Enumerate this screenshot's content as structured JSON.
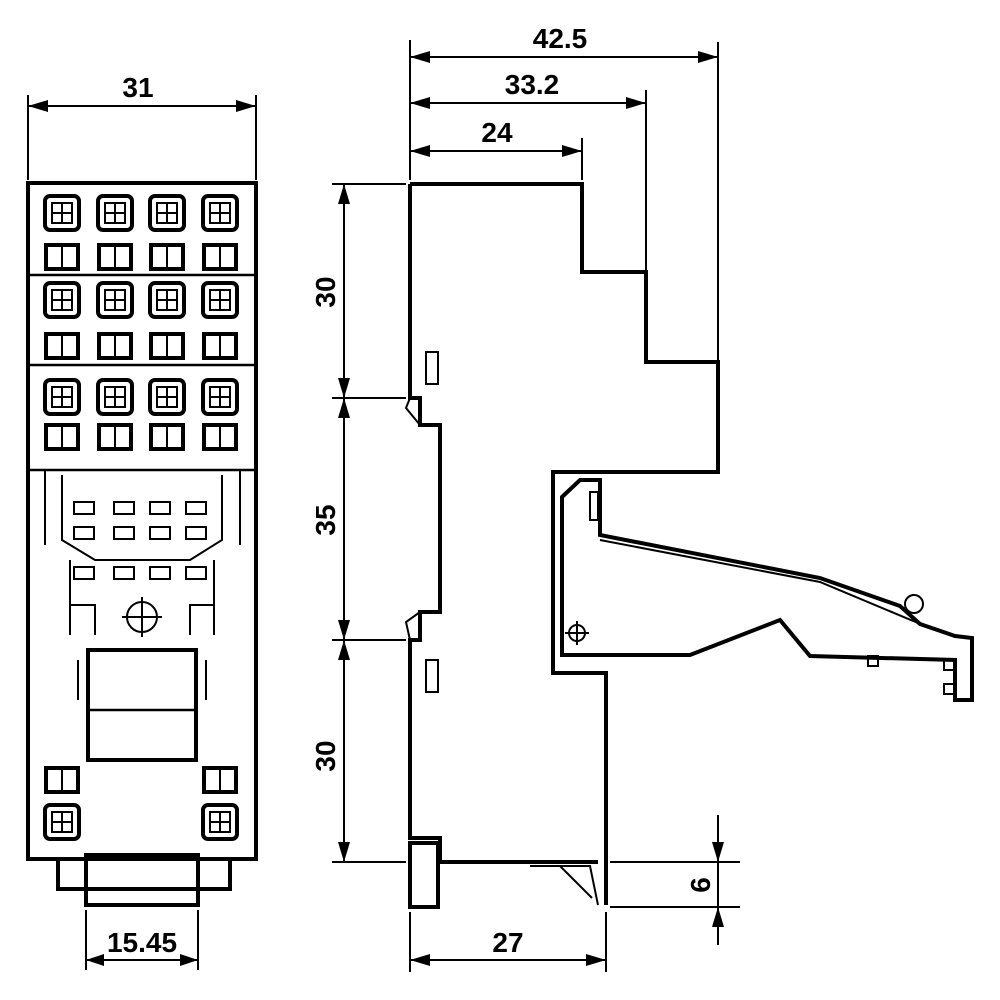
{
  "dimensions": {
    "front_width": "31",
    "front_bottom_width": "15.45",
    "side_total_depth": "42.5",
    "side_mid_depth": "33.2",
    "side_top_depth": "24",
    "side_height_upper": "30",
    "side_height_middle": "35",
    "side_height_lower": "30",
    "side_base_width": "27",
    "side_foot_height": "6"
  }
}
